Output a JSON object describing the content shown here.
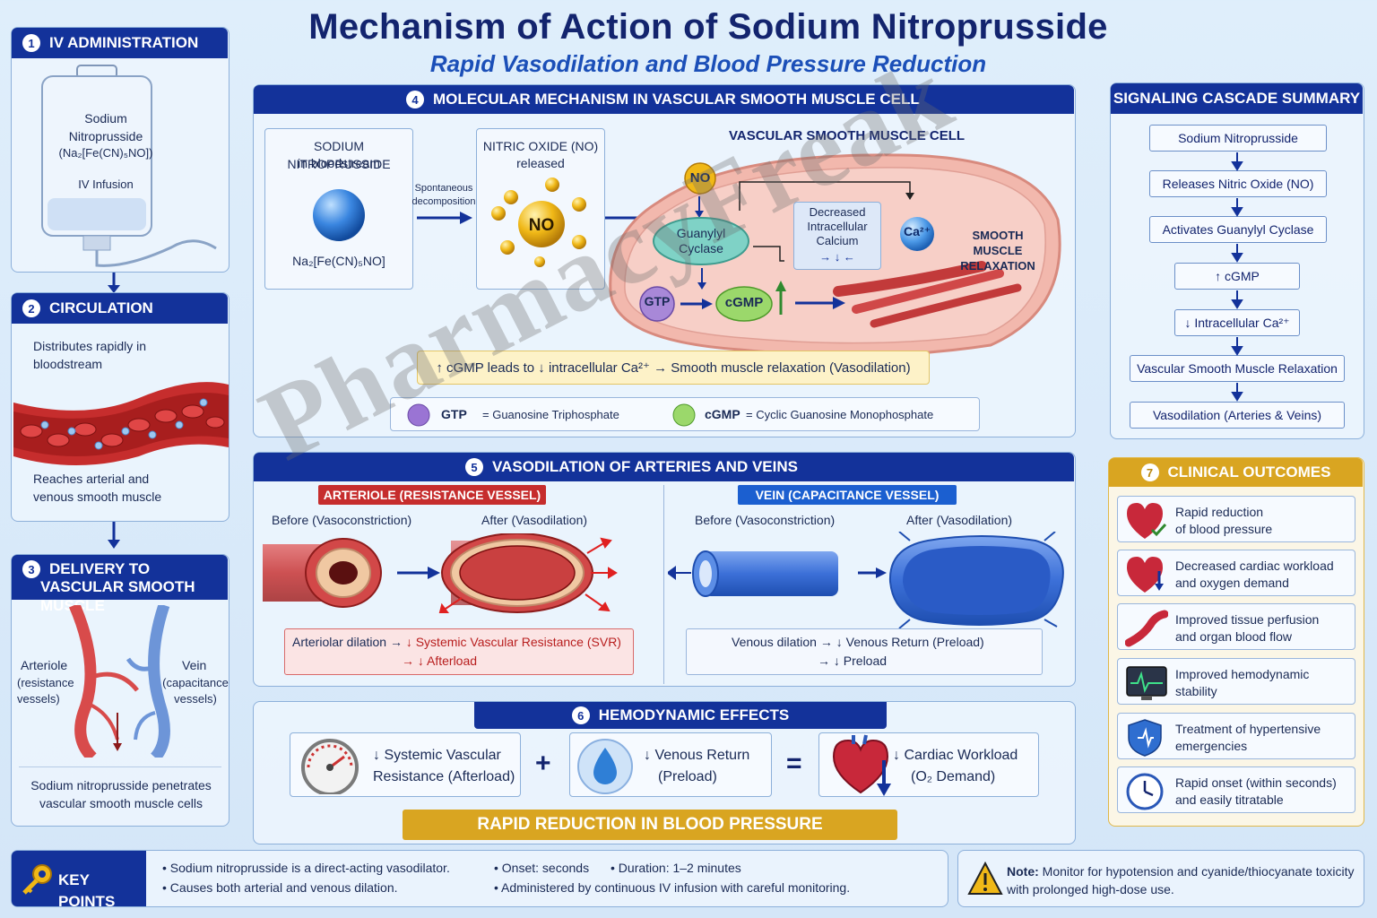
{
  "header": {
    "title": "Mechanism of Action of Sodium Nitroprusside",
    "subtitle": "Rapid Vasodilation and Blood Pressure Reduction"
  },
  "panel1": {
    "number": "1",
    "title": "IV ADMINISTRATION",
    "bag_line1": "Sodium",
    "bag_line2": "Nitroprusside",
    "bag_formula": "(Na₂[Fe(CN)₅NO])",
    "bag_line4": "IV Infusion"
  },
  "panel2": {
    "number": "2",
    "title": "CIRCULATION",
    "text1": "Distributes rapidly in bloodstream",
    "text2": "Reaches arterial and venous smooth muscle"
  },
  "panel3": {
    "number": "3",
    "title_line1": "DELIVERY TO",
    "title_line2": "VASCULAR SMOOTH MUSCLE",
    "arteriole_label": "Arteriole",
    "arteriole_sub": "(resistance vessels)",
    "vein_label": "Vein",
    "vein_sub": "(capacitance vessels)",
    "footer": "Sodium nitroprusside penetrates vascular smooth muscle cells"
  },
  "panel4": {
    "number": "4",
    "title": "MOLECULAR MECHANISM IN VASCULAR SMOOTH MUSCLE CELL",
    "snp_title1": "SODIUM NITROPRUSSIDE",
    "snp_title2": "in bloodstream",
    "snp_formula": "Na₂[Fe(CN)₅NO]",
    "decomp1": "Spontaneous",
    "decomp2": "decomposition",
    "no_title1": "NITRIC OXIDE (NO)",
    "no_title2": "released",
    "no_label": "NO",
    "cell_title": "VASCULAR SMOOTH MUSCLE CELL",
    "no_small": "NO",
    "gc1": "Guanylyl",
    "gc2": "Cyclase",
    "ca_box1": "Decreased",
    "ca_box2": "Intracellular",
    "ca_box3": "Calcium",
    "ca_box_arrows": "→ ↓ ←",
    "ca_ion": "Ca²⁺",
    "gtp": "GTP",
    "cgmp": "cGMP",
    "relax1": "SMOOTH",
    "relax2": "MUSCLE",
    "relax3": "RELAXATION",
    "summary": "↑ cGMP leads to ↓ intracellular Ca²⁺ → Smooth muscle relaxation (Vasodilation)",
    "legend_gtp": "GTP",
    "legend_gtp_def": "= Guanosine Triphosphate",
    "legend_cgmp": "cGMP",
    "legend_cgmp_def": "= Cyclic Guanosine Monophosphate"
  },
  "cascade": {
    "title": "SIGNALING CASCADE SUMMARY",
    "steps": [
      "Sodium Nitroprusside",
      "Releases Nitric Oxide (NO)",
      "Activates Guanylyl Cyclase",
      "↑ cGMP",
      "↓ Intracellular Ca²⁺",
      "Vascular Smooth Muscle Relaxation",
      "Vasodilation (Arteries & Veins)"
    ]
  },
  "panel5": {
    "number": "5",
    "title": "VASODILATION OF ARTERIES AND VEINS",
    "arteriole_title": "ARTERIOLE (RESISTANCE VESSEL)",
    "vein_title": "VEIN (CAPACITANCE VESSEL)",
    "before": "Before (Vasoconstriction)",
    "after": "After (Vasodilation)",
    "art_effect_prefix": "Arteriolar dilation →",
    "art_effect1": "↓ Systemic Vascular Resistance (SVR)",
    "art_effect2": "→ ↓ Afterload",
    "vein_effect1": "Venous dilation → ↓ Venous Return (Preload)",
    "vein_effect2": "→ ↓ Preload"
  },
  "panel6": {
    "number": "6",
    "title": "HEMODYNAMIC EFFECTS",
    "svr1": "↓ Systemic Vascular",
    "svr2": "Resistance (Afterload)",
    "plus": "+",
    "vr1": "↓ Venous Return",
    "vr2": "(Preload)",
    "equals": "=",
    "cw1": "↓ Cardiac Workload",
    "cw2": "(O₂ Demand)",
    "banner": "RAPID REDUCTION IN BLOOD PRESSURE"
  },
  "panel7": {
    "number": "7",
    "title": "CLINICAL OUTCOMES",
    "items": [
      {
        "line1": "Rapid reduction",
        "line2": "of blood pressure"
      },
      {
        "line1": "Decreased cardiac workload",
        "line2": "and oxygen demand"
      },
      {
        "line1": "Improved tissue perfusion",
        "line2": "and organ blood flow"
      },
      {
        "line1": "Improved hemodynamic",
        "line2": "stability"
      },
      {
        "line1": "Treatment of hypertensive",
        "line2": "emergencies"
      },
      {
        "line1": "Rapid onset (within seconds)",
        "line2": "and easily titratable"
      }
    ]
  },
  "keypoints": {
    "title": "KEY POINTS",
    "p1": "• Sodium nitroprusside is a direct-acting vasodilator.",
    "p2": "• Causes both arterial and venous dilation.",
    "p3a": "• Onset: seconds",
    "p3b": "• Duration: 1–2 minutes",
    "p4": "• Administered by continuous IV infusion with careful monitoring.",
    "note_label": "Note:",
    "note_text": "Monitor for hypotension and cyanide/thiocyanate toxicity with prolonged high-dose use."
  },
  "watermark": "PharmacyFreak",
  "colors": {
    "header_blue": "#13329a",
    "clinical_gold": "#d9a521",
    "arteriole_red": "#c62d2d",
    "vein_blue": "#1b5fd0"
  }
}
